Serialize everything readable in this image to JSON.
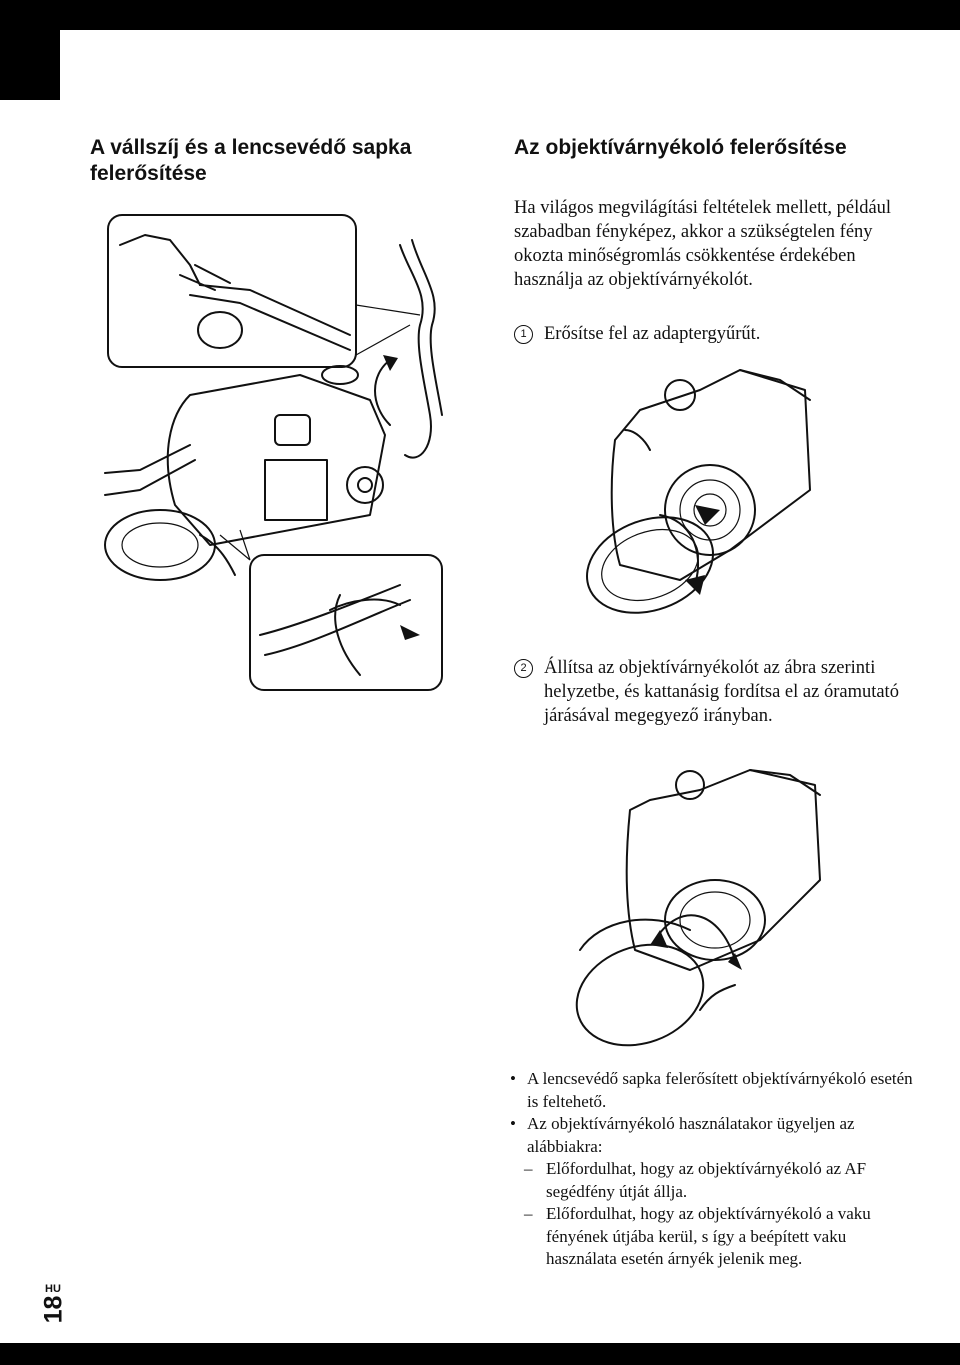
{
  "page": {
    "lang_code": "HU",
    "number": "18"
  },
  "left_column": {
    "heading": "A vállszíj és a lencsevédő sapka felerősítése"
  },
  "right_column": {
    "heading": "Az objektívárnyékoló felerősítése",
    "intro": "Ha világos megvilágítási feltételek mellett, például szabadban fényképez, akkor a szükségtelen fény okozta minőségromlás csökkentése érdekében használja az objektívárnyékolót.",
    "steps": [
      {
        "num": "1",
        "text": "Erősítse fel az adaptergyűrűt."
      },
      {
        "num": "2",
        "text": "Állítsa az objektívárnyékolót az ábra szerinti helyzetbe, és kattanásig fordítsa el az óramutató járásával megegyező irányban."
      }
    ],
    "notes": [
      {
        "bullet": "•",
        "text": "A lencsevédő sapka felerősített objektívárnyékoló esetén is feltehető."
      },
      {
        "bullet": "•",
        "text": "Az objektívárnyékoló használatakor ügyeljen az alábbiakra:"
      }
    ],
    "subnotes": [
      {
        "dash": "–",
        "text": "Előfordulhat, hogy az objektívárnyékoló az AF segédfény útját állja."
      },
      {
        "dash": "–",
        "text": "Előfordulhat, hogy az objektívárnyékoló a vaku fényének útjába kerül, s így a beépített vaku használata esetén árnyék jelenik meg."
      }
    ]
  },
  "illustrations": [
    {
      "name": "strap-and-lens-cap-illustration"
    },
    {
      "name": "adapter-ring-illustration"
    },
    {
      "name": "lens-hood-illustration"
    }
  ]
}
